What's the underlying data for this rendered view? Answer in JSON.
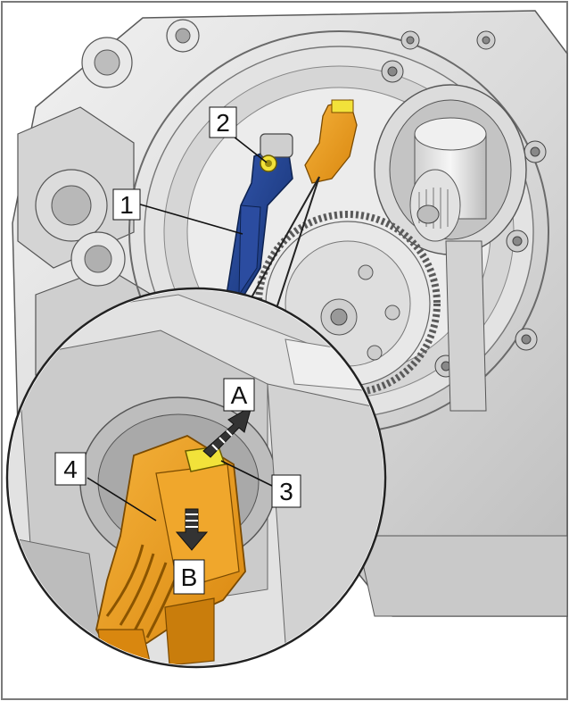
{
  "callouts": {
    "c1": "1",
    "c2": "2",
    "c3": "3",
    "c4": "4",
    "cA": "A",
    "cB": "B"
  },
  "colors": {
    "background": "#ffffff",
    "frame": "#7a7a7a",
    "housing_light": "#e6e6e6",
    "housing_mid": "#c9c9c9",
    "housing_dark": "#9a9a9a",
    "outline": "#3a3a3a",
    "sensor_blue": "#1f3f8f",
    "connector_orange": "#e89a1c",
    "connector_dark": "#b36f0c",
    "latch_yellow": "#f2e23a"
  }
}
